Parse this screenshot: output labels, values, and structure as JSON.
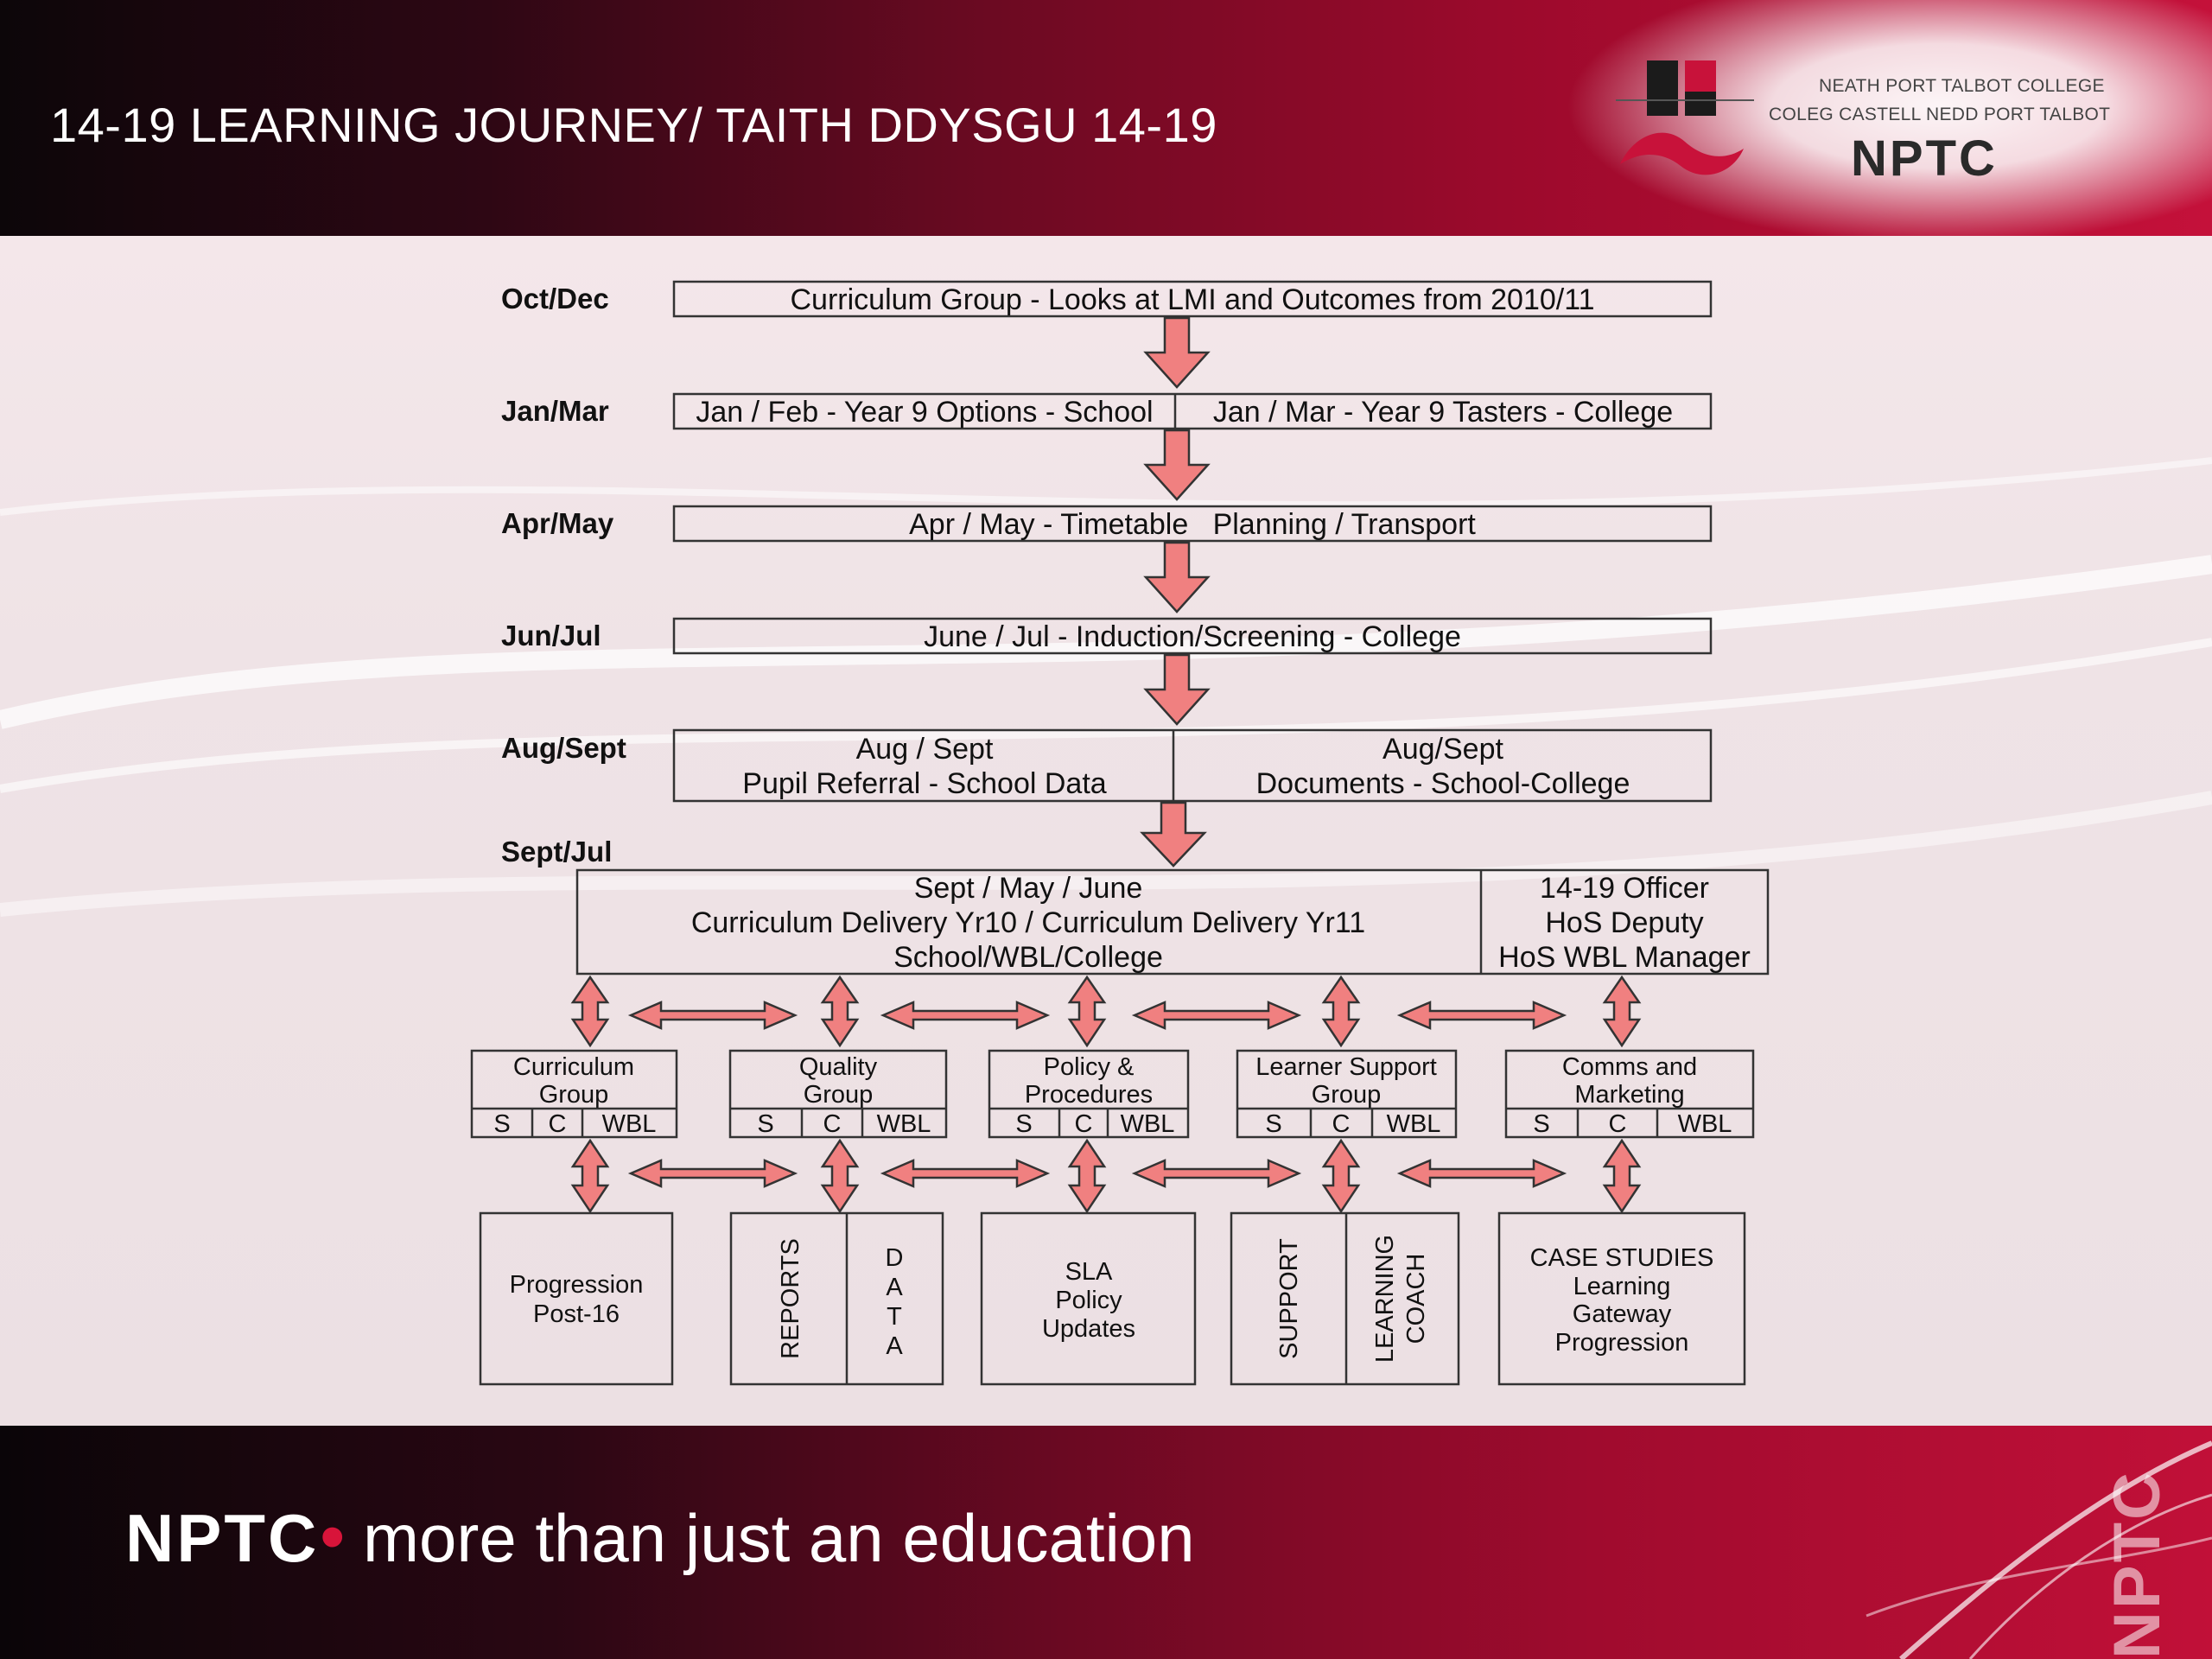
{
  "header": {
    "title": "14-19 LEARNING JOURNEY/ TAITH DDYSGU 14-19",
    "logo_line1": "NEATH PORT TALBOT COLLEGE",
    "logo_line2": "COLEG CASTELL NEDD PORT TALBOT",
    "logo_word": "NPTC"
  },
  "colors": {
    "arrow": "#f08080",
    "arrow_stroke": "#333333",
    "brand_red": "#c4113a",
    "dark": "#0c0609"
  },
  "periods": [
    "Oct/Dec",
    "Jan/Mar",
    "Apr/May",
    "Jun/Jul",
    "Aug/Sept",
    "Sept/Jul"
  ],
  "timeline": {
    "oct_dec": "Curriculum Group - Looks at LMI and Outcomes from 2010/11",
    "jan_mar_left": "Jan / Feb - Year 9 Options - School",
    "jan_mar_right": "Jan / Mar - Year 9 Tasters - College",
    "apr_may": "Apr / May - Timetable   Planning / Transport",
    "jun_jul": "June / Jul - Induction/Screening - College",
    "aug_left": [
      "Aug / Sept",
      "Pupil Referral - School Data"
    ],
    "aug_right": [
      "Aug/Sept",
      "Documents - School-College"
    ],
    "sept_main": [
      "Sept / May / June",
      "Curriculum Delivery Yr10 / Curriculum Delivery Yr11",
      "School/WBL/College"
    ],
    "sept_side": [
      "14-19 Officer",
      "HoS Deputy",
      "HoS WBL Manager"
    ]
  },
  "groups": [
    {
      "name": [
        "Curriculum",
        "Group"
      ],
      "cols": [
        "S",
        "C",
        "WBL"
      ]
    },
    {
      "name": [
        "Quality",
        "Group"
      ],
      "cols": [
        "S",
        "C",
        "WBL"
      ]
    },
    {
      "name": [
        "Policy &",
        "Procedures"
      ],
      "cols": [
        "S",
        "C",
        "WBL"
      ]
    },
    {
      "name": [
        "Learner Support",
        "Group"
      ],
      "cols": [
        "S",
        "C",
        "WBL"
      ]
    },
    {
      "name": [
        "Comms and",
        "Marketing"
      ],
      "cols": [
        "S",
        "C",
        "WBL"
      ]
    }
  ],
  "outputs": {
    "progression": [
      "Progression",
      "Post-16"
    ],
    "reports": "REPORTS",
    "data": [
      "D",
      "A",
      "T",
      "A"
    ],
    "sla": [
      "SLA",
      "Policy",
      "Updates"
    ],
    "support": "SUPPORT",
    "learning_coach": [
      "LEARNING",
      "COACH"
    ],
    "case_studies": [
      "CASE STUDIES",
      "Learning",
      "Gateway",
      "Progression"
    ]
  },
  "footer": {
    "logo": "NPTC",
    "tagline": "more than just an education",
    "vertical": "NPTC"
  }
}
